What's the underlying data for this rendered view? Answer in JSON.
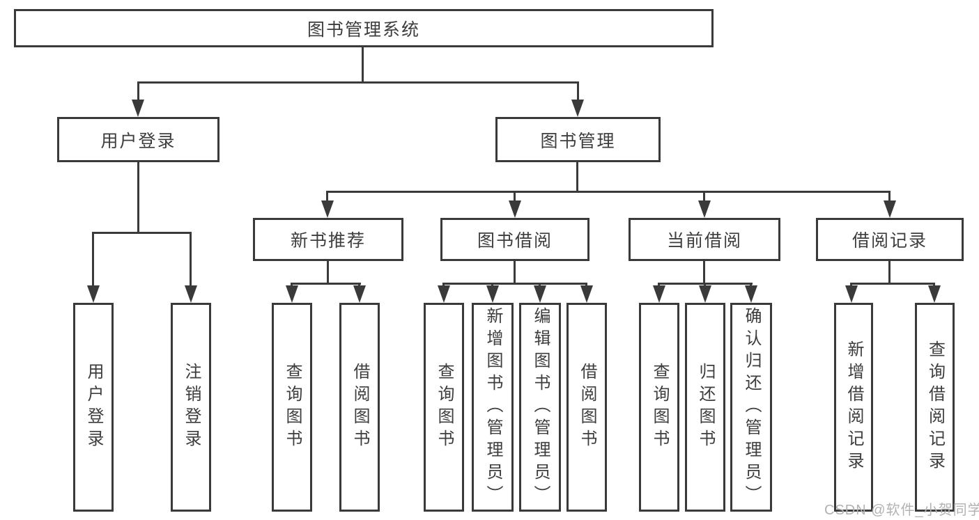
{
  "nodes": {
    "system": "图书管理系统",
    "user_login": "用户登录",
    "book_management": "图书管理",
    "new_book_recommend": "新书推荐",
    "book_borrow": "图书借阅",
    "current_borrow": "当前借阅",
    "borrow_records": "借阅记录"
  },
  "leaves": {
    "login": [
      "用户登录",
      "注销登录"
    ],
    "recommend": [
      "查询图书",
      "借阅图书"
    ],
    "borrow": [
      "查询图书",
      "新增图书（管理员）",
      "编辑图书（管理员）",
      "借阅图书"
    ],
    "current": [
      "查询图书",
      "归还图书",
      "确认归还（管理员）"
    ],
    "records": [
      "新增借阅记录",
      "查询借阅记录"
    ]
  },
  "watermark": "CSDN @软件_小贺同学",
  "colors": {
    "line": "#3a3a3a",
    "text": "#3d3d3d",
    "watermark": "#b3b1b1"
  }
}
